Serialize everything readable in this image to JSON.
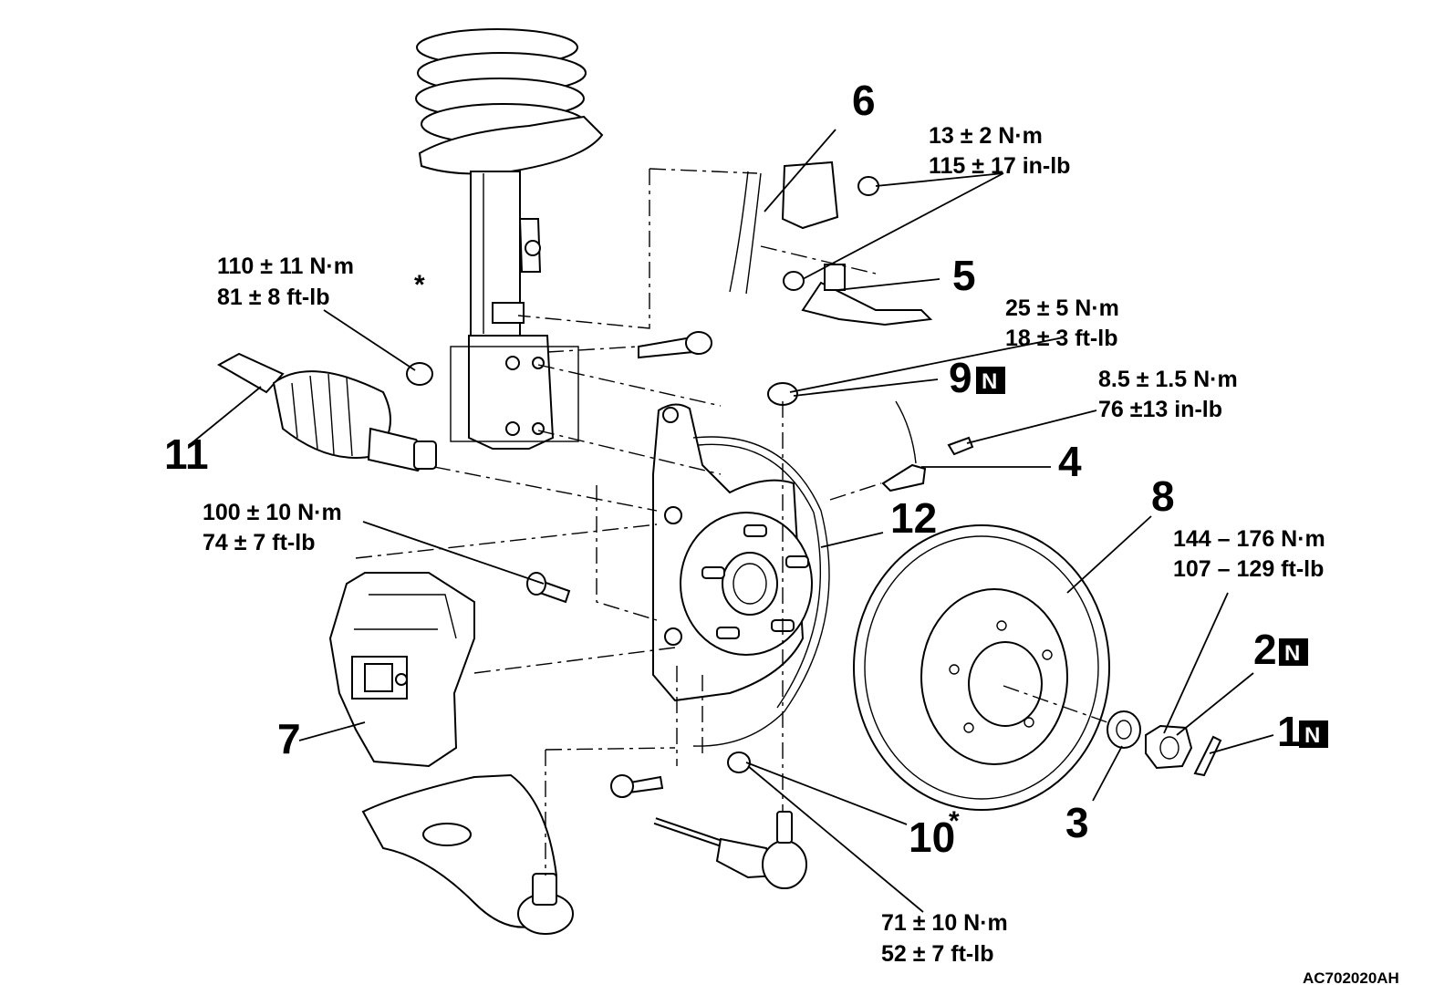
{
  "callouts": {
    "c1": "1",
    "c2": "2",
    "c3": "3",
    "c4": "4",
    "c5": "5",
    "c6": "6",
    "c7": "7",
    "c8": "8",
    "c9": "9",
    "c10": "10",
    "c11": "11",
    "c12": "12",
    "new_part_mark": "N",
    "asterisk": "*"
  },
  "torques": {
    "t_bracket": [
      "13 ± 2 N·m",
      "115 ± 17 in-lb"
    ],
    "t_strut": [
      "110 ± 11 N·m",
      "81 ± 8 ft-lb"
    ],
    "t_tierod_nut": [
      "25 ± 5 N·m",
      "18 ± 3 ft-lb"
    ],
    "t_sensor": [
      "8.5 ± 1.5 N·m",
      "76 ±13 in-lb"
    ],
    "t_caliper": [
      "100 ± 10 N·m",
      "74 ± 7 ft-lb"
    ],
    "t_hubnut": [
      "144 – 176 N·m",
      "107 – 129 ft-lb"
    ],
    "t_balljoint": [
      "71 ± 10 N·m",
      "52 ± 7 ft-lb"
    ]
  },
  "figure_ref": "AC702020AH"
}
